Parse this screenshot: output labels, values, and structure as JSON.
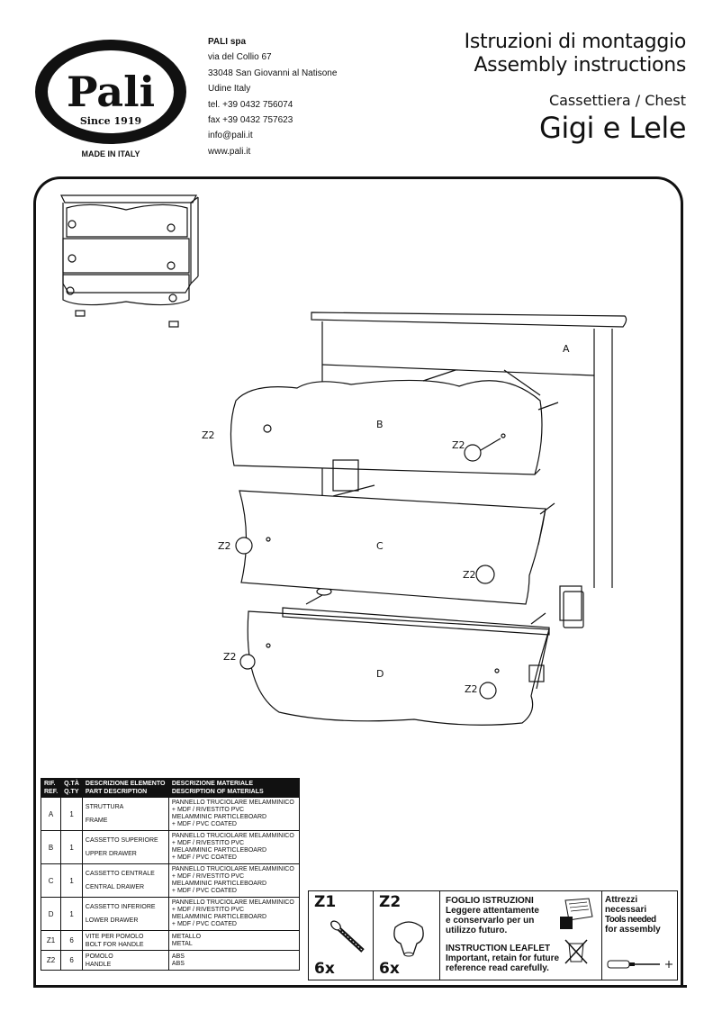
{
  "brand": {
    "name": "Pali",
    "since": "Since 1919",
    "made_in": "MADE IN ITALY"
  },
  "address": [
    "PALI spa",
    "via del Collio 67",
    "33048 San Giovanni al Natisone",
    "Udine  Italy",
    "tel. +39 0432 756074",
    "fax +39 0432 757623",
    "info@pali.it",
    "www.pali.it"
  ],
  "header": {
    "title_it": "Istruzioni di montaggio",
    "title_en": "Assembly instructions",
    "product_type": "Cassettiera / Chest",
    "product_name": "Gigi e Lele"
  },
  "labels": {
    "A": "A",
    "B": "B",
    "C": "C",
    "D": "D",
    "Z2": "Z2"
  },
  "table": {
    "headers": [
      "RIF.\nREF.",
      "Q.TÀ\nQ.TY",
      "DESCRIZIONE ELEMENTO\nPART DESCRIPTION",
      "DESCRIZIONE MATERIALE\nDESCRIPTION OF MATERIALS"
    ],
    "rows": [
      {
        "ref": "A",
        "qty": "1",
        "desc_it": "STRUTTURA",
        "desc_en": "FRAME",
        "mat": [
          "PANNELLO TRUCIOLARE MELAMMINICO",
          "+  MDF / RIVESTITO PVC",
          "MELAMMINIC PARTICLEBOARD",
          "+ MDF / PVC COATED"
        ]
      },
      {
        "ref": "B",
        "qty": "1",
        "desc_it": "CASSETTO SUPERIORE",
        "desc_en": "UPPER DRAWER",
        "mat": [
          "PANNELLO TRUCIOLARE MELAMMINICO",
          "+  MDF / RIVESTITO PVC",
          "MELAMMINIC PARTICLEBOARD",
          "+ MDF / PVC COATED"
        ]
      },
      {
        "ref": "C",
        "qty": "1",
        "desc_it": "CASSETTO CENTRALE",
        "desc_en": "CENTRAL DRAWER",
        "mat": [
          "PANNELLO TRUCIOLARE MELAMMINICO",
          "+  MDF / RIVESTITO PVC",
          "MELAMMINIC PARTICLEBOARD",
          "+ MDF / PVC COATED"
        ]
      },
      {
        "ref": "D",
        "qty": "1",
        "desc_it": "CASSETTO INFERIORE",
        "desc_en": "LOWER DRAWER",
        "mat": [
          "PANNELLO TRUCIOLARE MELAMMINICO",
          "+  MDF / RIVESTITO PVC",
          "MELAMMINIC PARTICLEBOARD",
          "+ MDF / PVC COATED"
        ]
      },
      {
        "ref": "Z1",
        "qty": "6",
        "desc_it": "VITE PER POMOLO",
        "desc_en": "BOLT FOR HANDLE",
        "mat": [
          "METALLO",
          "METAL"
        ]
      },
      {
        "ref": "Z2",
        "qty": "6",
        "desc_it": "POMOLO",
        "desc_en": "HANDLE",
        "mat": [
          "ABS",
          "ABS"
        ]
      }
    ]
  },
  "hardware": [
    {
      "code": "Z1",
      "qty": "6x",
      "icon": "bolt-icon"
    },
    {
      "code": "Z2",
      "qty": "6x",
      "icon": "knob-icon"
    }
  ],
  "leaflet": {
    "it_title": "FOGLIO ISTRUZIONI",
    "it_lines": [
      "Leggere attentamente",
      " e conservarlo per un",
      "utilizzo futuro."
    ],
    "en_title": "INSTRUCTION LEAFLET",
    "en_lines": [
      "Important, retain for future",
      "reference read carefully."
    ]
  },
  "tools": {
    "lines": [
      "Attrezzi",
      "necessari",
      "Tools needed",
      "for assembly"
    ],
    "icon": "screwdriver-icon"
  }
}
